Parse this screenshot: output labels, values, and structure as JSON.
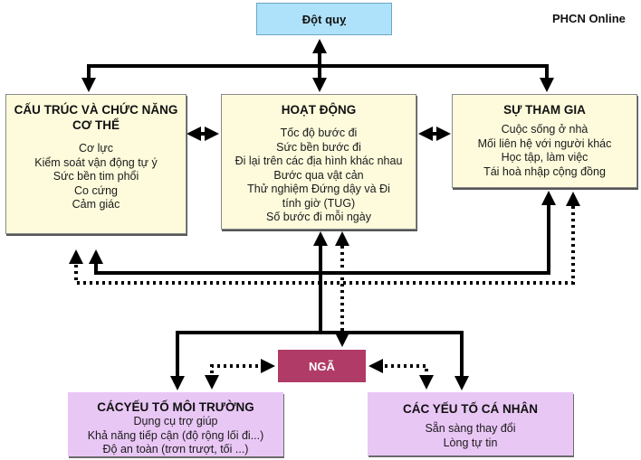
{
  "brand": "PHCN Online",
  "nodes": {
    "stroke": {
      "title": "Đột quỵ",
      "color": "#aee2fb"
    },
    "body_structure": {
      "title_lines": [
        "CẤU TRÚC VÀ CHỨC NĂNG",
        "CƠ THỂ"
      ],
      "items": [
        "Cơ lực",
        "Kiểm soát vận động tự ý",
        "Sức bền tim phổi",
        "Co cứng",
        "Cảm giác"
      ],
      "color": "#fdfbdc"
    },
    "activity": {
      "title": "HOẠT ĐỘNG",
      "items": [
        "Tốc độ bước đi",
        "Sức bền bước đi",
        "Đi lại trên các địa hình khác nhau",
        "Bước qua vật cản",
        "Thử nghiệm Đứng dậy và Đi",
        "tính giờ (TUG)",
        "Số bước đi mỗi ngày"
      ],
      "color": "#fdfbdc"
    },
    "participation": {
      "title": "SỰ THAM GIA",
      "items": [
        "Cuộc sống ở nhà",
        "Mối liên hệ với người khác",
        "Học tập, làm việc",
        "Tái hoà nhập cộng đồng"
      ],
      "color": "#fdfbdc"
    },
    "fall": {
      "title": "NGÃ",
      "color": "#b03b66"
    },
    "environmental": {
      "title": "CÁCYẾU TỐ MÔI TRƯỜNG",
      "items": [
        "Dụng cụ trợ giúp",
        "Khả năng tiếp cận (độ rộng lối đi...)",
        "Độ an toàn (trơn trượt, tối ...)"
      ],
      "color": "#e9c7f5"
    },
    "personal": {
      "title": "CÁC YẾU TỐ CÁ NHÂN",
      "items": [
        "Sẵn sàng thay đổi",
        "Lòng tự tin"
      ],
      "color": "#e9c7f5"
    }
  },
  "edges": [
    {
      "from": "stroke",
      "to": "activity",
      "style": "solid",
      "direction": "both"
    },
    {
      "from": "stroke",
      "to": "body_structure",
      "style": "solid",
      "direction": "forward"
    },
    {
      "from": "stroke",
      "to": "participation",
      "style": "solid",
      "direction": "forward"
    },
    {
      "from": "body_structure",
      "to": "activity",
      "style": "solid",
      "direction": "both"
    },
    {
      "from": "activity",
      "to": "participation",
      "style": "solid",
      "direction": "both"
    },
    {
      "from": "environmental_personal",
      "to": "activity",
      "style": "solid",
      "direction": "forward"
    },
    {
      "from": "environmental_personal",
      "to": "body_structure",
      "style": "solid",
      "direction": "forward"
    },
    {
      "from": "environmental_personal",
      "to": "participation",
      "style": "solid",
      "direction": "forward"
    },
    {
      "from": "fall",
      "to": "activity",
      "style": "dotted",
      "direction": "both"
    },
    {
      "from": "fall",
      "to": "body_structure",
      "style": "dotted",
      "direction": "forward"
    },
    {
      "from": "fall",
      "to": "participation",
      "style": "dotted",
      "direction": "forward"
    },
    {
      "from": "fall",
      "to": "environmental",
      "style": "dotted",
      "direction": "both"
    },
    {
      "from": "fall",
      "to": "personal",
      "style": "dotted",
      "direction": "both"
    },
    {
      "from": "activity",
      "to": "environmental",
      "style": "solid",
      "direction": "forward"
    },
    {
      "from": "activity",
      "to": "personal",
      "style": "solid",
      "direction": "forward"
    }
  ]
}
